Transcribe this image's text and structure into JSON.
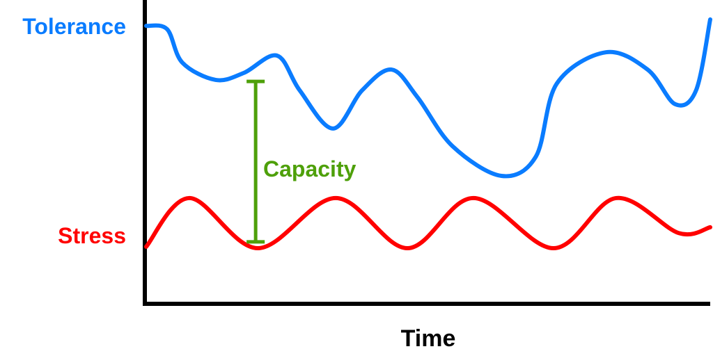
{
  "chart_data": {
    "type": "line",
    "title": "",
    "xlabel": "Time",
    "ylabel": "",
    "xlim": [
      0,
      100
    ],
    "ylim": [
      0,
      100
    ],
    "grid": false,
    "series": [
      {
        "name": "Tolerance",
        "color": "#0a7cff",
        "x": [
          0,
          3.7,
          6.4,
          12.3,
          17.3,
          23.2,
          27.2,
          33.1,
          38.3,
          43.5,
          48.1,
          54.3,
          63,
          69.1,
          72.8,
          81.5,
          88.9,
          93.8,
          97.5,
          100
        ],
        "y": [
          91.5,
          90.4,
          79.4,
          73.7,
          76,
          81.7,
          70.3,
          57.7,
          70.3,
          77.1,
          68,
          51.9,
          42.1,
          48.5,
          72.5,
          82.8,
          77.1,
          65.7,
          70.3,
          93.6
        ]
      },
      {
        "name": "Stress",
        "color": "#ff0000",
        "x": [
          0,
          7.7,
          19.8,
          33.6,
          46.3,
          58,
          72.2,
          83.3,
          94.4,
          100
        ],
        "y": [
          18.8,
          34.8,
          18.3,
          34.8,
          18.3,
          34.8,
          18.3,
          34.8,
          23.3,
          25.2
        ]
      }
    ],
    "annotations": [
      {
        "label": "Capacity",
        "color": "#4ea00a",
        "x": 19.4,
        "y_from": 20.4,
        "y_to": 73.2
      }
    ]
  }
}
